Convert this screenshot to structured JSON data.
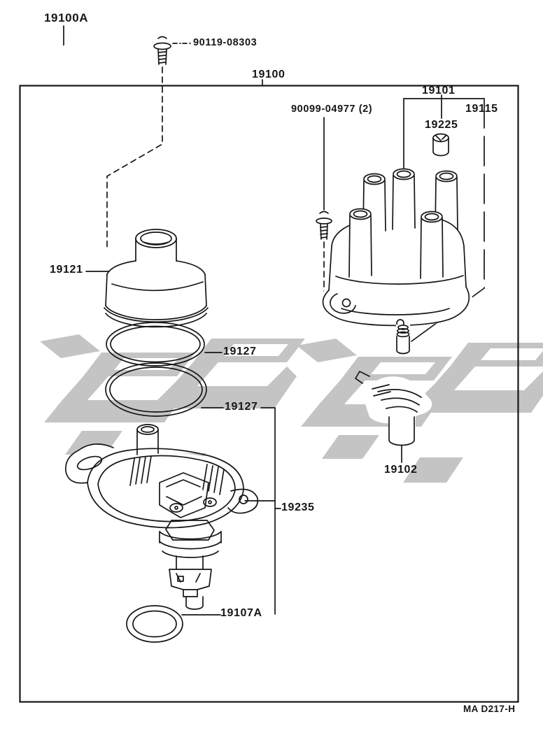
{
  "page": {
    "figure_code": "MA D217-H",
    "background_color": "#ffffff",
    "line_color": "#161616",
    "watermark_color": "#c4c4c4"
  },
  "callouts": {
    "label_plate": "19100A",
    "bolt_top": "90119-08303",
    "assembly": "19100",
    "cap": "19101",
    "cap_sub_assembly": "19115",
    "cap_screws": "90099-04977 (2)",
    "carbon_point": "19225",
    "dust_cover": "19121",
    "o_ring_upper": "19127",
    "o_ring_lower": "19127",
    "rotor": "19102",
    "body": "19235",
    "shaft_o_ring": "19107A"
  }
}
